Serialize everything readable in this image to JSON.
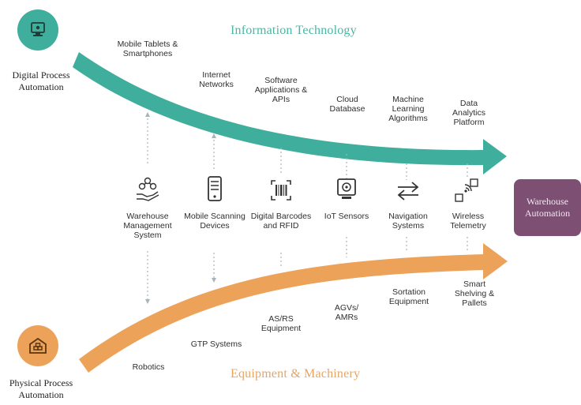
{
  "headers": {
    "top": "Information Technology",
    "bottom": "Equipment & Machinery"
  },
  "left_categories": {
    "digital": "Digital Process Automation",
    "physical": "Physical Process Automation"
  },
  "target_box": "Warehouse Automation",
  "top_items": [
    "Mobile Tablets & Smartphones",
    "Internet Networks",
    "Software Applications & APIs",
    "Cloud Database",
    "Machine Learning Algorithms",
    "Data Analytics Platform"
  ],
  "middle_items": [
    {
      "label": "Warehouse Management System",
      "icon": "network-hand-icon"
    },
    {
      "label": "Mobile Scanning Devices",
      "icon": "mobile-device-icon"
    },
    {
      "label": "Digital Barcodes and RFID",
      "icon": "barcode-icon"
    },
    {
      "label": "IoT Sensors",
      "icon": "iot-sensor-icon"
    },
    {
      "label": "Navigation Systems",
      "icon": "navigation-arrows-icon"
    },
    {
      "label": "Wireless Telemetry",
      "icon": "wireless-telemetry-icon"
    }
  ],
  "bottom_items": [
    "Robotics",
    "GTP Systems",
    "AS/RS Equipment",
    "AGVs/ AMRs",
    "Sortation Equipment",
    "Smart Shelving & Pallets"
  ],
  "colors": {
    "teal": "#3fae9c",
    "orange": "#eda25a",
    "purple": "#7c4f73",
    "teal_text": "#4bb5a3",
    "orange_text": "#e8a45f"
  }
}
